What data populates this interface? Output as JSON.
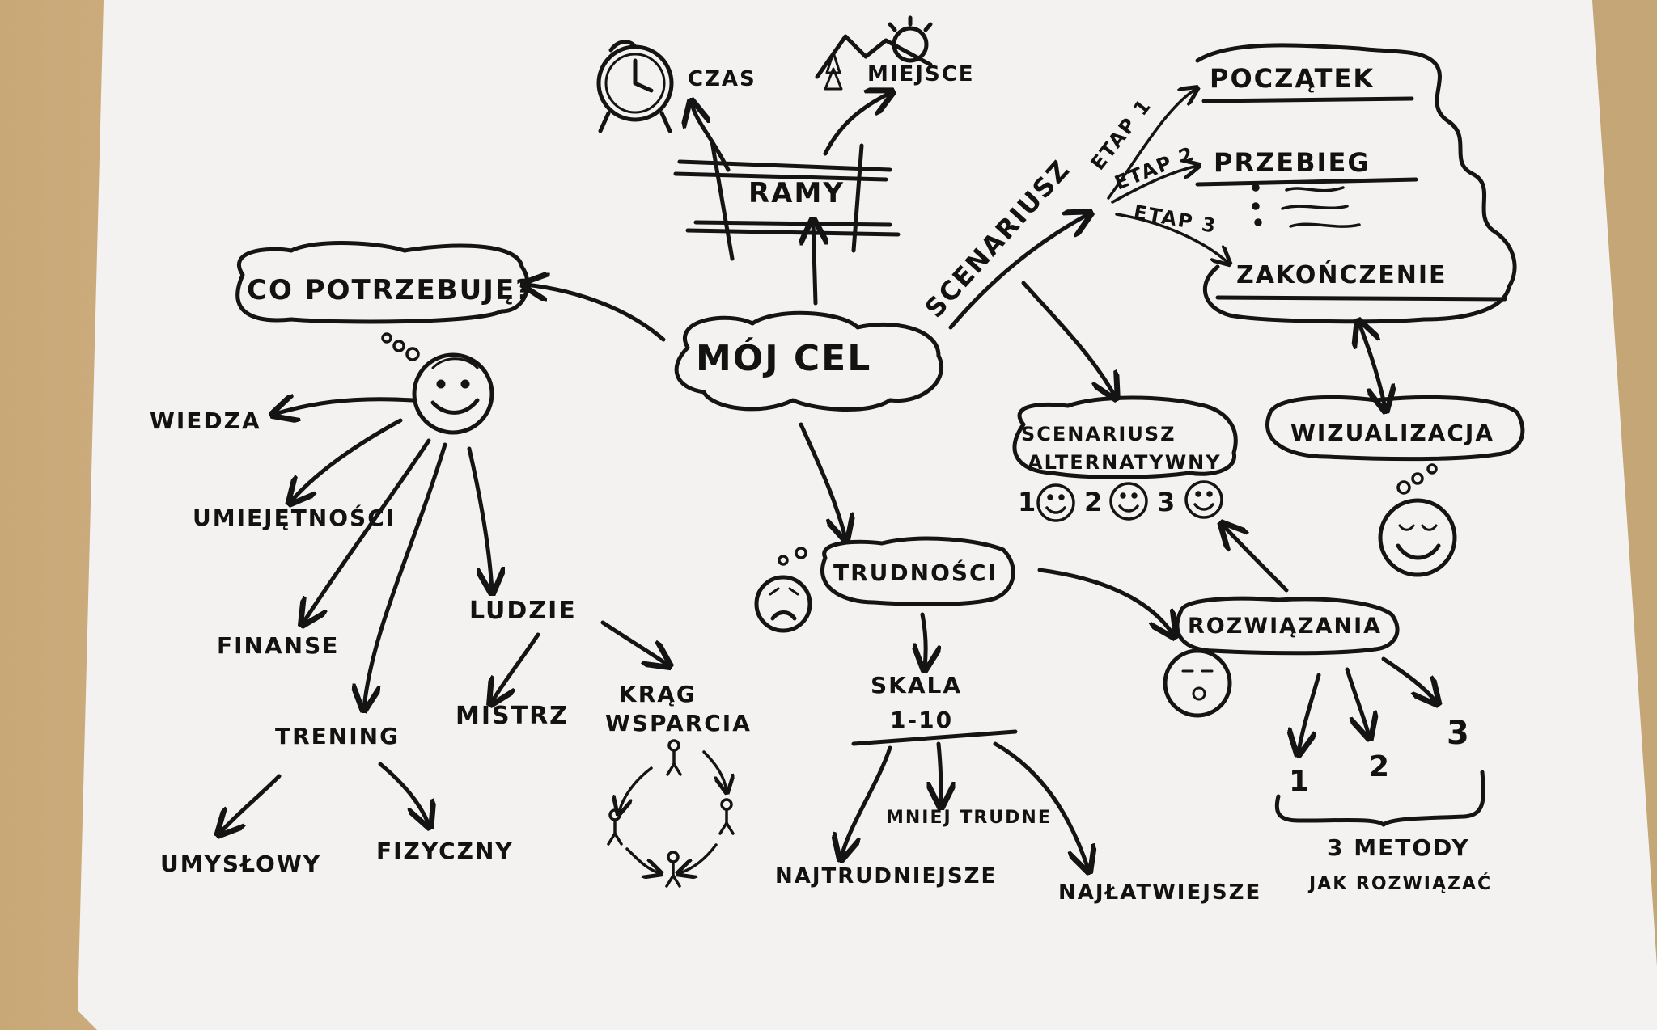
{
  "center": "MÓJ CEL",
  "question": "CO POTRZEBUJĘ?",
  "ramy": {
    "label": "RAMY",
    "time": "CZAS",
    "place": "MIEJSCE"
  },
  "needs": {
    "knowledge": "WIEDZA",
    "skills": "UMIEJĘTNOŚCI",
    "finance": "FINANSE",
    "training": {
      "label": "TRENING",
      "mental": "UMYSŁOWY",
      "physical": "FIZYCZNY"
    },
    "people": {
      "label": "LUDZIE",
      "master": "MISTRZ",
      "support_line1": "KRĄG",
      "support_line2": "WSPARCIA"
    }
  },
  "scenario": {
    "label": "SCENARIUSZ",
    "stage1": "ETAP 1",
    "stage2": "ETAP 2",
    "stage3": "ETAP 3",
    "start": "POCZĄTEK",
    "course": "PRZEBIEG",
    "end": "ZAKOŃCZENIE"
  },
  "alternative": {
    "line1": "SCENARIUSZ",
    "line2": "ALTERNATYWNY",
    "n1": "1",
    "n2": "2",
    "n3": "3"
  },
  "visualization": "WIZUALIZACJA",
  "difficulties": {
    "label": "TRUDNOŚCI",
    "scale_line1": "SKALA",
    "scale_line2": "1-10",
    "hardest": "NAJTRUDNIEJSZE",
    "less_hard": "MNIEJ TRUDNE",
    "easiest": "NAJŁATWIEJSZE"
  },
  "solutions": {
    "label": "ROZWIĄZANIA",
    "n1": "1",
    "n2": "2",
    "n3": "3",
    "methods_line1": "3 METODY",
    "methods_line2": "JAK ROZWIĄZAĆ"
  },
  "colors": {
    "ink": "#141414",
    "paper": "#f3f2f0",
    "wood": "#d4b688"
  }
}
